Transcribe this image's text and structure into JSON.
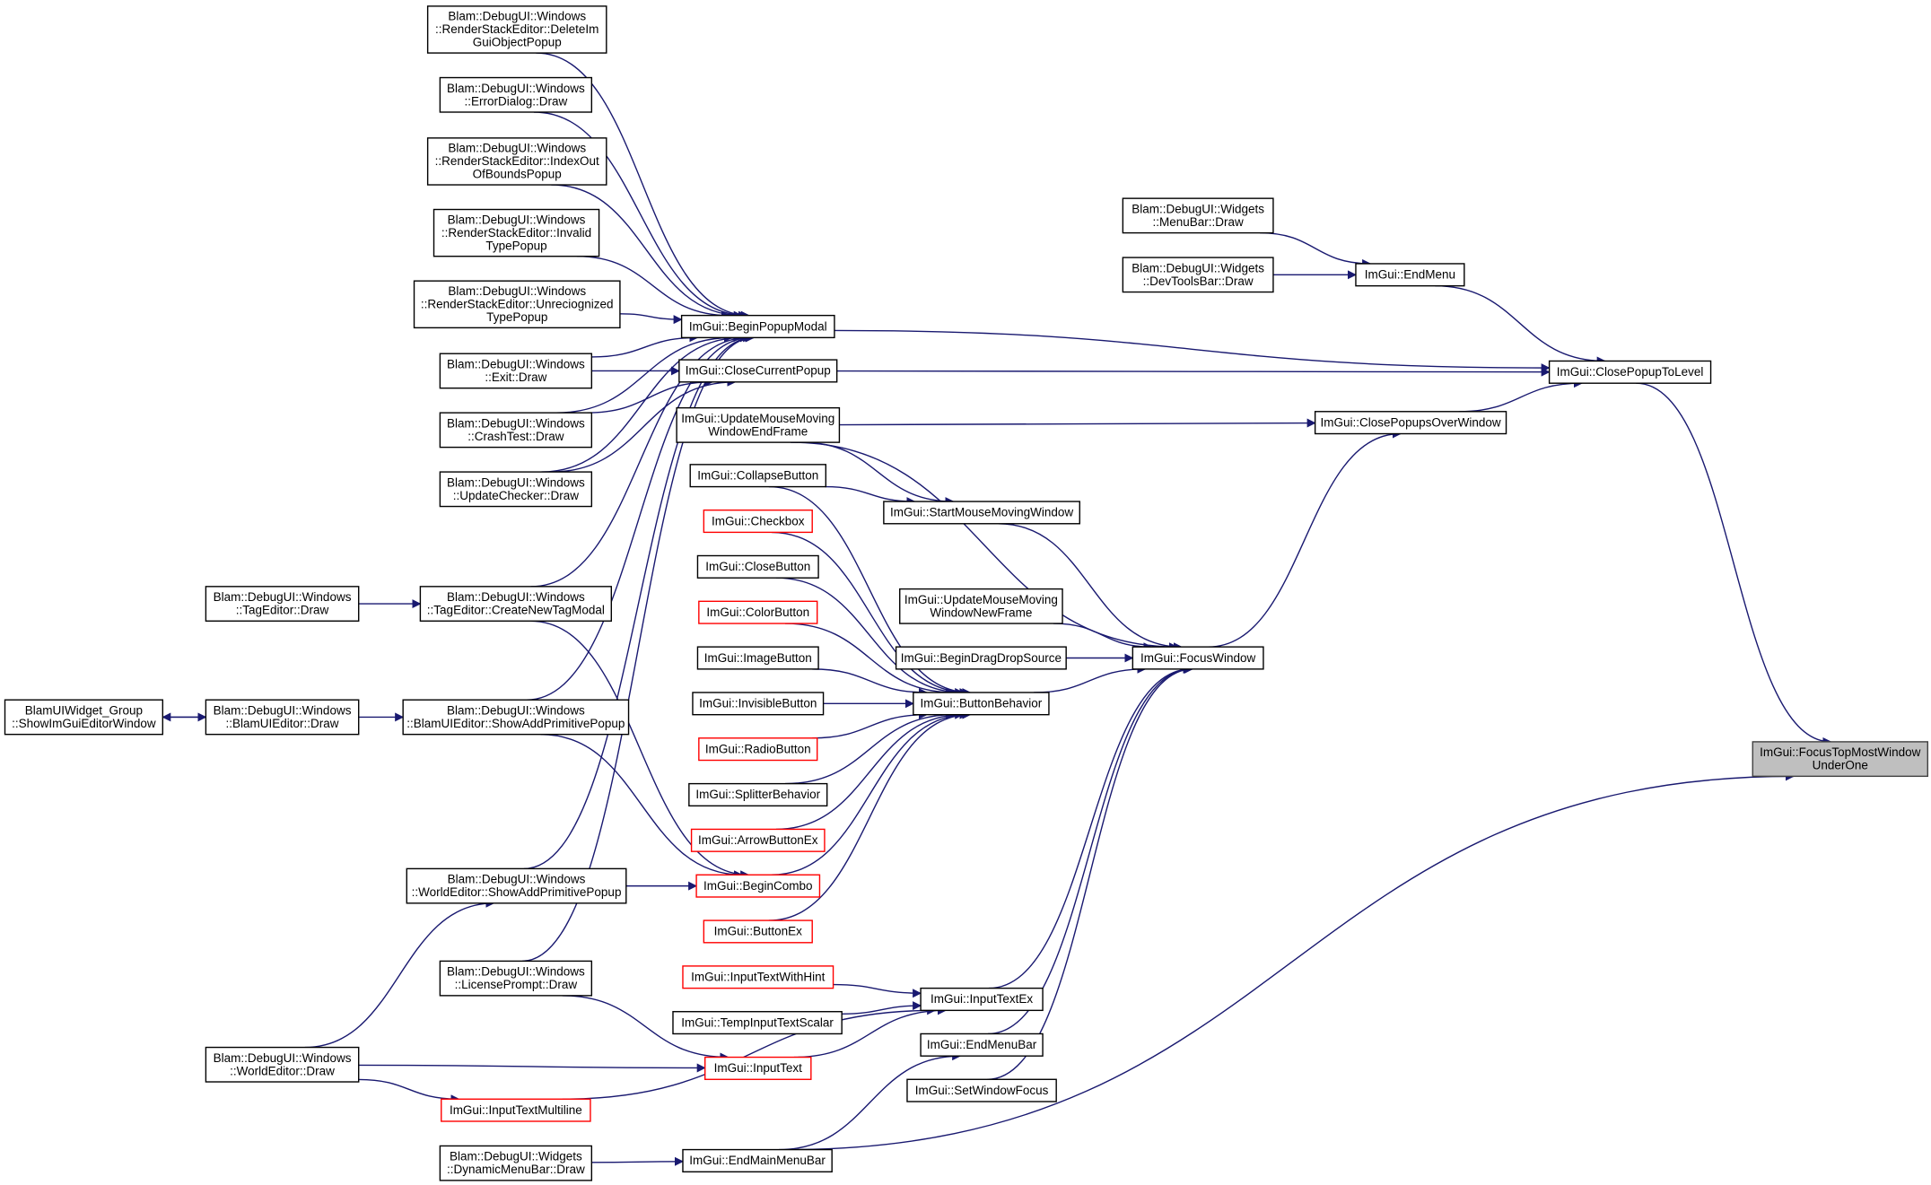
{
  "graph": {
    "nodes": [
      {
        "id": "n_delete",
        "lines": [
          "Blam::DebugUI::Windows",
          "::RenderStackEditor::DeleteIm",
          "GuiObjectPopup"
        ],
        "border": "black"
      },
      {
        "id": "n_error",
        "lines": [
          "Blam::DebugUI::Windows",
          "::ErrorDialog::Draw"
        ],
        "border": "black"
      },
      {
        "id": "n_indexout",
        "lines": [
          "Blam::DebugUI::Windows",
          "::RenderStackEditor::IndexOut",
          "OfBoundsPopup"
        ],
        "border": "black"
      },
      {
        "id": "n_invalid",
        "lines": [
          "Blam::DebugUI::Windows",
          "::RenderStackEditor::Invalid",
          "TypePopup"
        ],
        "border": "black"
      },
      {
        "id": "n_unrec",
        "lines": [
          "Blam::DebugUI::Windows",
          "::RenderStackEditor::Unreciognized",
          "TypePopup"
        ],
        "border": "black"
      },
      {
        "id": "n_exit",
        "lines": [
          "Blam::DebugUI::Windows",
          "::Exit::Draw"
        ],
        "border": "black"
      },
      {
        "id": "n_crash",
        "lines": [
          "Blam::DebugUI::Windows",
          "::CrashTest::Draw"
        ],
        "border": "black"
      },
      {
        "id": "n_update",
        "lines": [
          "Blam::DebugUI::Windows",
          "::UpdateChecker::Draw"
        ],
        "border": "black"
      },
      {
        "id": "n_tagdraw",
        "lines": [
          "Blam::DebugUI::Windows",
          "::TagEditor::Draw"
        ],
        "border": "black"
      },
      {
        "id": "n_tagcreate",
        "lines": [
          "Blam::DebugUI::Windows",
          "::TagEditor::CreateNewTagModal"
        ],
        "border": "black"
      },
      {
        "id": "n_group",
        "lines": [
          "BlamUIWidget_Group",
          "::ShowImGuiEditorWindow"
        ],
        "border": "black"
      },
      {
        "id": "n_uidraw",
        "lines": [
          "Blam::DebugUI::Windows",
          "::BlamUIEditor::Draw"
        ],
        "border": "black"
      },
      {
        "id": "n_uiprim",
        "lines": [
          "Blam::DebugUI::Windows",
          "::BlamUIEditor::ShowAddPrimitivePopup"
        ],
        "border": "black"
      },
      {
        "id": "n_worldprim",
        "lines": [
          "Blam::DebugUI::Windows",
          "::WorldEditor::ShowAddPrimitivePopup"
        ],
        "border": "black"
      },
      {
        "id": "n_license",
        "lines": [
          "Blam::DebugUI::Windows",
          "::LicensePrompt::Draw"
        ],
        "border": "black"
      },
      {
        "id": "n_worlddraw",
        "lines": [
          "Blam::DebugUI::Windows",
          "::WorldEditor::Draw"
        ],
        "border": "black"
      },
      {
        "id": "n_dynmenu",
        "lines": [
          "Blam::DebugUI::Widgets",
          "::DynamicMenuBar::Draw"
        ],
        "border": "black"
      },
      {
        "id": "n_beginpopup",
        "lines": [
          "ImGui::BeginPopupModal"
        ],
        "border": "black"
      },
      {
        "id": "n_closecur",
        "lines": [
          "ImGui::CloseCurrentPopup"
        ],
        "border": "black"
      },
      {
        "id": "n_umend",
        "lines": [
          "ImGui::UpdateMouseMoving",
          "WindowEndFrame"
        ],
        "border": "black"
      },
      {
        "id": "n_collapse",
        "lines": [
          "ImGui::CollapseButton"
        ],
        "border": "black"
      },
      {
        "id": "n_checkbox",
        "lines": [
          "ImGui::Checkbox"
        ],
        "border": "red"
      },
      {
        "id": "n_closebtn",
        "lines": [
          "ImGui::CloseButton"
        ],
        "border": "black"
      },
      {
        "id": "n_colorbtn",
        "lines": [
          "ImGui::ColorButton"
        ],
        "border": "red"
      },
      {
        "id": "n_imagebtn",
        "lines": [
          "ImGui::ImageButton"
        ],
        "border": "black"
      },
      {
        "id": "n_invisbtn",
        "lines": [
          "ImGui::InvisibleButton"
        ],
        "border": "black"
      },
      {
        "id": "n_radiobtn",
        "lines": [
          "ImGui::RadioButton"
        ],
        "border": "red"
      },
      {
        "id": "n_splitter",
        "lines": [
          "ImGui::SplitterBehavior"
        ],
        "border": "black"
      },
      {
        "id": "n_arrowbtn",
        "lines": [
          "ImGui::ArrowButtonEx"
        ],
        "border": "red"
      },
      {
        "id": "n_begincombo",
        "lines": [
          "ImGui::BeginCombo"
        ],
        "border": "red"
      },
      {
        "id": "n_buttonex",
        "lines": [
          "ImGui::ButtonEx"
        ],
        "border": "red"
      },
      {
        "id": "n_inputhint",
        "lines": [
          "ImGui::InputTextWithHint"
        ],
        "border": "red"
      },
      {
        "id": "n_tempinput",
        "lines": [
          "ImGui::TempInputTextScalar"
        ],
        "border": "black"
      },
      {
        "id": "n_inputtext",
        "lines": [
          "ImGui::InputText"
        ],
        "border": "red"
      },
      {
        "id": "n_inputmulti",
        "lines": [
          "ImGui::InputTextMultiline"
        ],
        "border": "red"
      },
      {
        "id": "n_endmainmenu",
        "lines": [
          "ImGui::EndMainMenuBar"
        ],
        "border": "black"
      },
      {
        "id": "n_startmouse",
        "lines": [
          "ImGui::StartMouseMovingWindow"
        ],
        "border": "black"
      },
      {
        "id": "n_umnew",
        "lines": [
          "ImGui::UpdateMouseMoving",
          "WindowNewFrame"
        ],
        "border": "black"
      },
      {
        "id": "n_dragdrop",
        "lines": [
          "ImGui::BeginDragDropSource"
        ],
        "border": "black"
      },
      {
        "id": "n_buttonbeh",
        "lines": [
          "ImGui::ButtonBehavior"
        ],
        "border": "black"
      },
      {
        "id": "n_inputtextex",
        "lines": [
          "ImGui::InputTextEx"
        ],
        "border": "black"
      },
      {
        "id": "n_endmenubar",
        "lines": [
          "ImGui::EndMenuBar"
        ],
        "border": "black"
      },
      {
        "id": "n_setfocus",
        "lines": [
          "ImGui::SetWindowFocus"
        ],
        "border": "black"
      },
      {
        "id": "n_menubar",
        "lines": [
          "Blam::DebugUI::Widgets",
          "::MenuBar::Draw"
        ],
        "border": "black"
      },
      {
        "id": "n_devtools",
        "lines": [
          "Blam::DebugUI::Widgets",
          "::DevToolsBar::Draw"
        ],
        "border": "black"
      },
      {
        "id": "n_endmenu",
        "lines": [
          "ImGui::EndMenu"
        ],
        "border": "black"
      },
      {
        "id": "n_closepopover",
        "lines": [
          "ImGui::ClosePopupsOverWindow"
        ],
        "border": "black"
      },
      {
        "id": "n_focuswin",
        "lines": [
          "ImGui::FocusWindow"
        ],
        "border": "black"
      },
      {
        "id": "n_closetolevel",
        "lines": [
          "ImGui::ClosePopupToLevel"
        ],
        "border": "black"
      },
      {
        "id": "n_focustop",
        "lines": [
          "ImGui::FocusTopMostWindow",
          "UnderOne"
        ],
        "border": "focus"
      }
    ],
    "edges": [
      [
        "n_delete",
        "n_beginpopup"
      ],
      [
        "n_error",
        "n_beginpopup"
      ],
      [
        "n_indexout",
        "n_beginpopup"
      ],
      [
        "n_invalid",
        "n_beginpopup"
      ],
      [
        "n_unrec",
        "n_beginpopup"
      ],
      [
        "n_exit",
        "n_beginpopup"
      ],
      [
        "n_crash",
        "n_beginpopup"
      ],
      [
        "n_update",
        "n_beginpopup"
      ],
      [
        "n_tagcreate",
        "n_beginpopup"
      ],
      [
        "n_uiprim",
        "n_beginpopup"
      ],
      [
        "n_worldprim",
        "n_beginpopup"
      ],
      [
        "n_license",
        "n_beginpopup"
      ],
      [
        "n_exit",
        "n_closecur"
      ],
      [
        "n_crash",
        "n_closecur"
      ],
      [
        "n_update",
        "n_closecur"
      ],
      [
        "n_tagdraw",
        "n_tagcreate"
      ],
      [
        "n_uidraw",
        "n_uiprim"
      ],
      [
        "n_uidraw",
        "n_group"
      ],
      [
        "n_group",
        "n_uidraw"
      ],
      [
        "n_worlddraw",
        "n_worldprim"
      ],
      [
        "n_worlddraw",
        "n_inputtext"
      ],
      [
        "n_worlddraw",
        "n_inputmulti"
      ],
      [
        "n_tagcreate",
        "n_begincombo"
      ],
      [
        "n_uiprim",
        "n_begincombo"
      ],
      [
        "n_worldprim",
        "n_begincombo"
      ],
      [
        "n_license",
        "n_inputtext"
      ],
      [
        "n_dynmenu",
        "n_endmainmenu"
      ],
      [
        "n_umend",
        "n_startmouse"
      ],
      [
        "n_collapse",
        "n_startmouse"
      ],
      [
        "n_collapse",
        "n_buttonbeh"
      ],
      [
        "n_checkbox",
        "n_buttonbeh"
      ],
      [
        "n_closebtn",
        "n_buttonbeh"
      ],
      [
        "n_colorbtn",
        "n_buttonbeh"
      ],
      [
        "n_imagebtn",
        "n_buttonbeh"
      ],
      [
        "n_invisbtn",
        "n_buttonbeh"
      ],
      [
        "n_radiobtn",
        "n_buttonbeh"
      ],
      [
        "n_splitter",
        "n_buttonbeh"
      ],
      [
        "n_arrowbtn",
        "n_buttonbeh"
      ],
      [
        "n_begincombo",
        "n_buttonbeh"
      ],
      [
        "n_buttonex",
        "n_buttonbeh"
      ],
      [
        "n_inputhint",
        "n_inputtextex"
      ],
      [
        "n_tempinput",
        "n_inputtextex"
      ],
      [
        "n_inputtext",
        "n_inputtextex"
      ],
      [
        "n_inputmulti",
        "n_inputtextex"
      ],
      [
        "n_endmainmenu",
        "n_endmenubar"
      ],
      [
        "n_startmouse",
        "n_focuswin"
      ],
      [
        "n_umnew",
        "n_focuswin"
      ],
      [
        "n_dragdrop",
        "n_focuswin"
      ],
      [
        "n_buttonbeh",
        "n_focuswin"
      ],
      [
        "n_inputtextex",
        "n_focuswin"
      ],
      [
        "n_endmenubar",
        "n_focuswin"
      ],
      [
        "n_setfocus",
        "n_focuswin"
      ],
      [
        "n_umend",
        "n_focuswin"
      ],
      [
        "n_menubar",
        "n_endmenu"
      ],
      [
        "n_devtools",
        "n_endmenu"
      ],
      [
        "n_beginpopup",
        "n_closetolevel"
      ],
      [
        "n_closecur",
        "n_closetolevel"
      ],
      [
        "n_endmenu",
        "n_closetolevel"
      ],
      [
        "n_umend",
        "n_closepopover"
      ],
      [
        "n_focuswin",
        "n_closepopover"
      ],
      [
        "n_closepopover",
        "n_closetolevel"
      ],
      [
        "n_closetolevel",
        "n_focustop"
      ],
      [
        "n_endmainmenu",
        "n_focustop"
      ]
    ]
  }
}
